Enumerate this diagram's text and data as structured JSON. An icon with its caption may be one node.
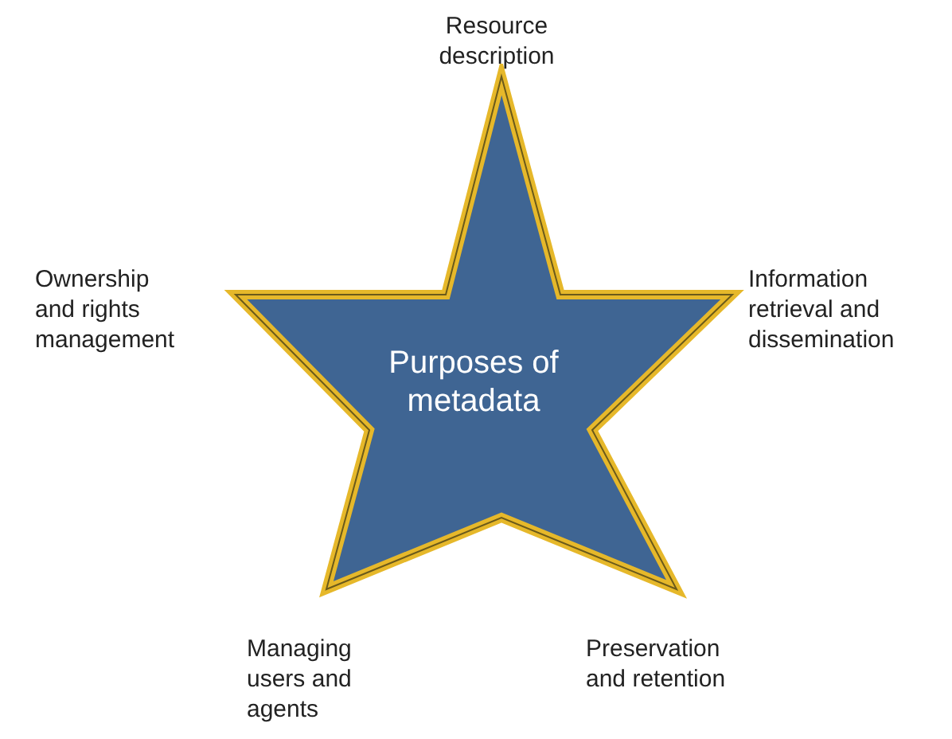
{
  "diagram": {
    "nodes": [
      {
        "text": [
          "Purposes of metadata"
        ]
      }
    ],
    "labels": [
      "Resource description",
      "Ownership and rights management",
      "Information retrieval and dissemination",
      "Managing users and agents",
      "Preservation and retention"
    ]
  }
}
